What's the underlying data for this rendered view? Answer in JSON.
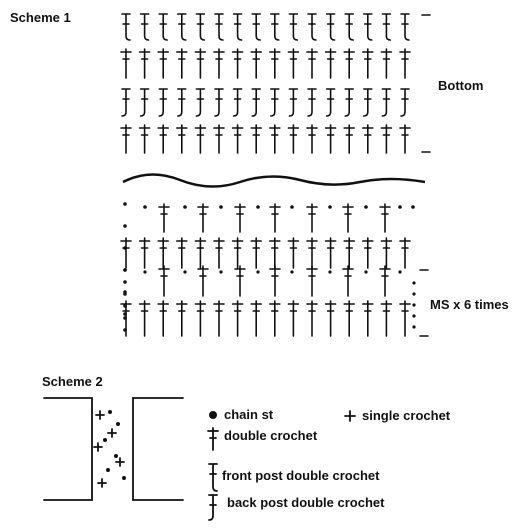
{
  "scheme1": {
    "title": "Scheme 1",
    "label_bottom": "Bottom",
    "label_ms": "MS x 6 times"
  },
  "scheme2": {
    "title": "Scheme 2"
  },
  "legend": {
    "chain_st": "chain st",
    "single_crochet": "single crochet",
    "double_crochet": "double crochet",
    "front_post_double_crochet": "front post double crochet",
    "back_post_double_crochet": "back post double crochet"
  },
  "symbols": [
    "chain-st-icon",
    "single-crochet-icon",
    "double-crochet-icon",
    "front-post-double-crochet-icon",
    "back-post-double-crochet-icon"
  ]
}
